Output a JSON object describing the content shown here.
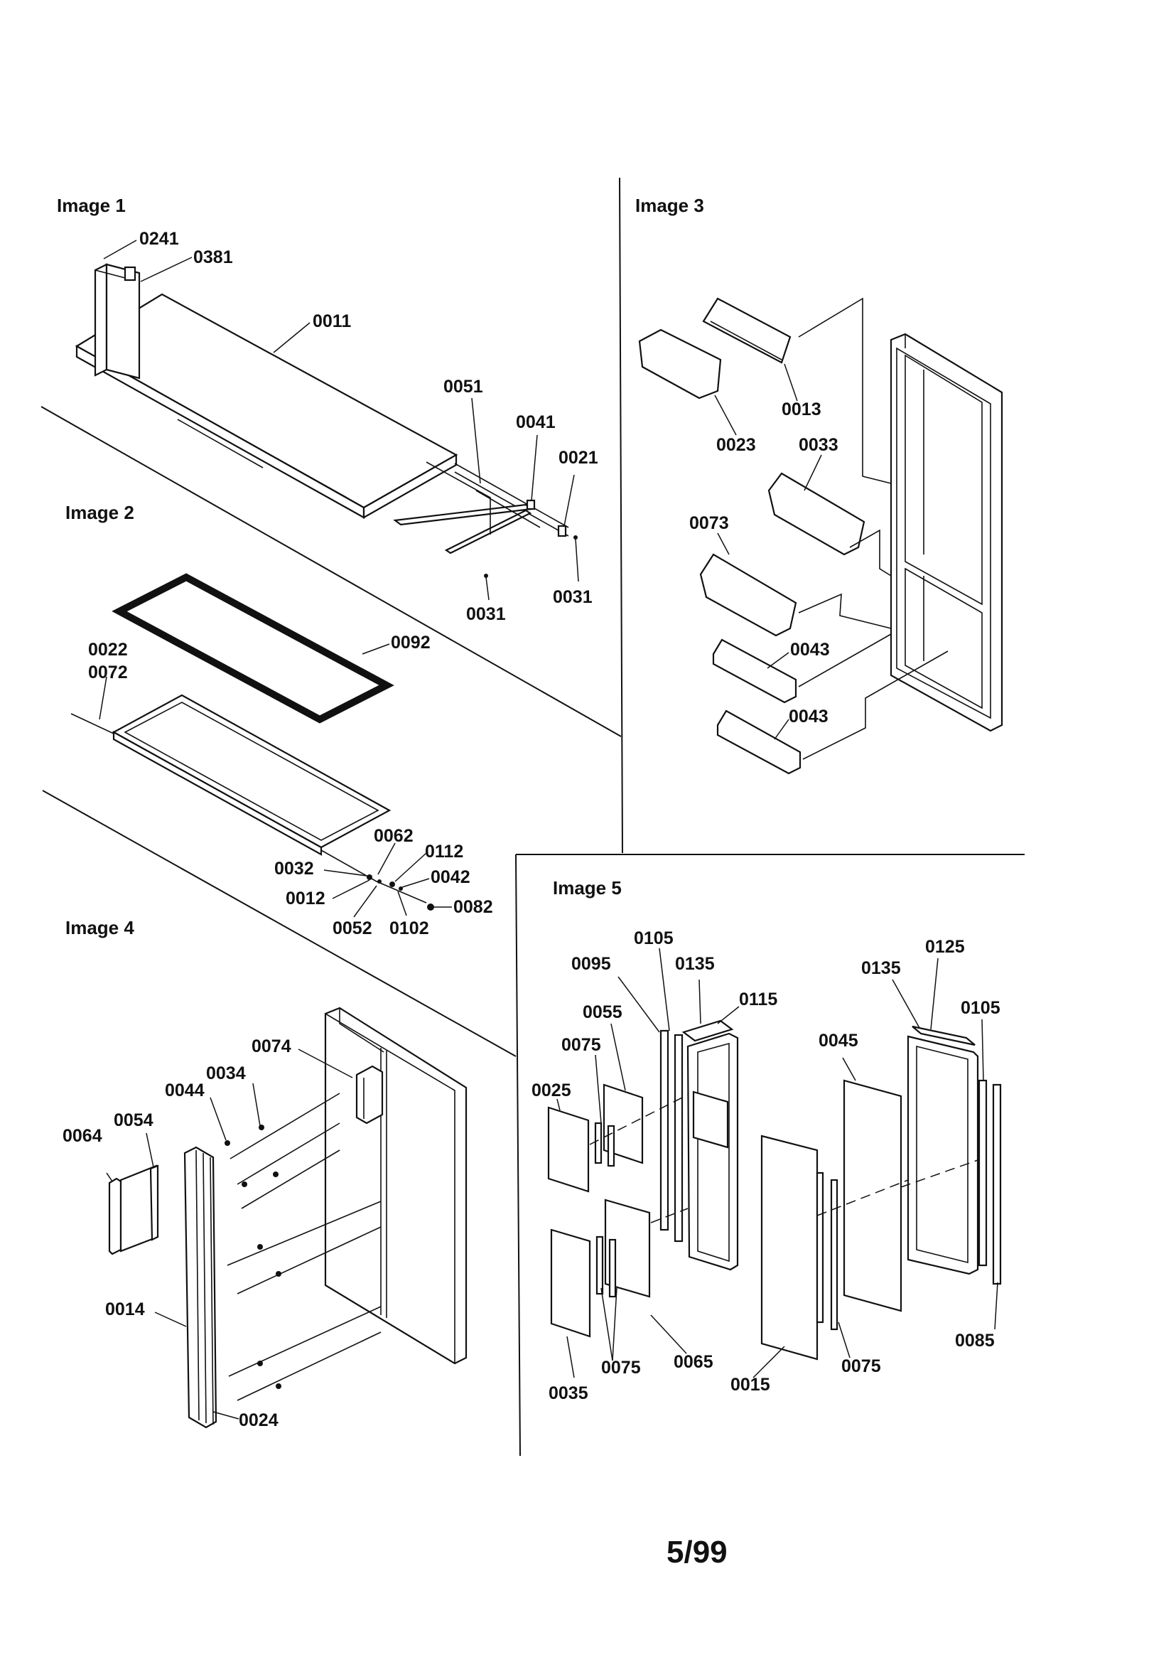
{
  "panels": {
    "image1": {
      "title": "Image 1",
      "labels": [
        "0241",
        "0381",
        "0011",
        "0051",
        "0041",
        "0021",
        "0031",
        "0031"
      ]
    },
    "image2": {
      "title": "Image 2",
      "labels": [
        "0092",
        "0022",
        "0072",
        "0062",
        "0112",
        "0032",
        "0042",
        "0012",
        "0082",
        "0052",
        "0102"
      ]
    },
    "image3": {
      "title": "Image 3",
      "labels": [
        "0013",
        "0023",
        "0033",
        "0073",
        "0043",
        "0043"
      ]
    },
    "image4": {
      "title": "Image 4",
      "labels": [
        "0074",
        "0034",
        "0044",
        "0054",
        "0064",
        "0014",
        "0024"
      ]
    },
    "image5": {
      "title": "Image 5",
      "labels": [
        "0105",
        "0095",
        "0135",
        "0115",
        "0055",
        "0075",
        "0025",
        "0135",
        "0125",
        "0105",
        "0045",
        "0075",
        "0065",
        "0035",
        "0015",
        "0075",
        "0085"
      ]
    }
  },
  "page_number": "5/99"
}
